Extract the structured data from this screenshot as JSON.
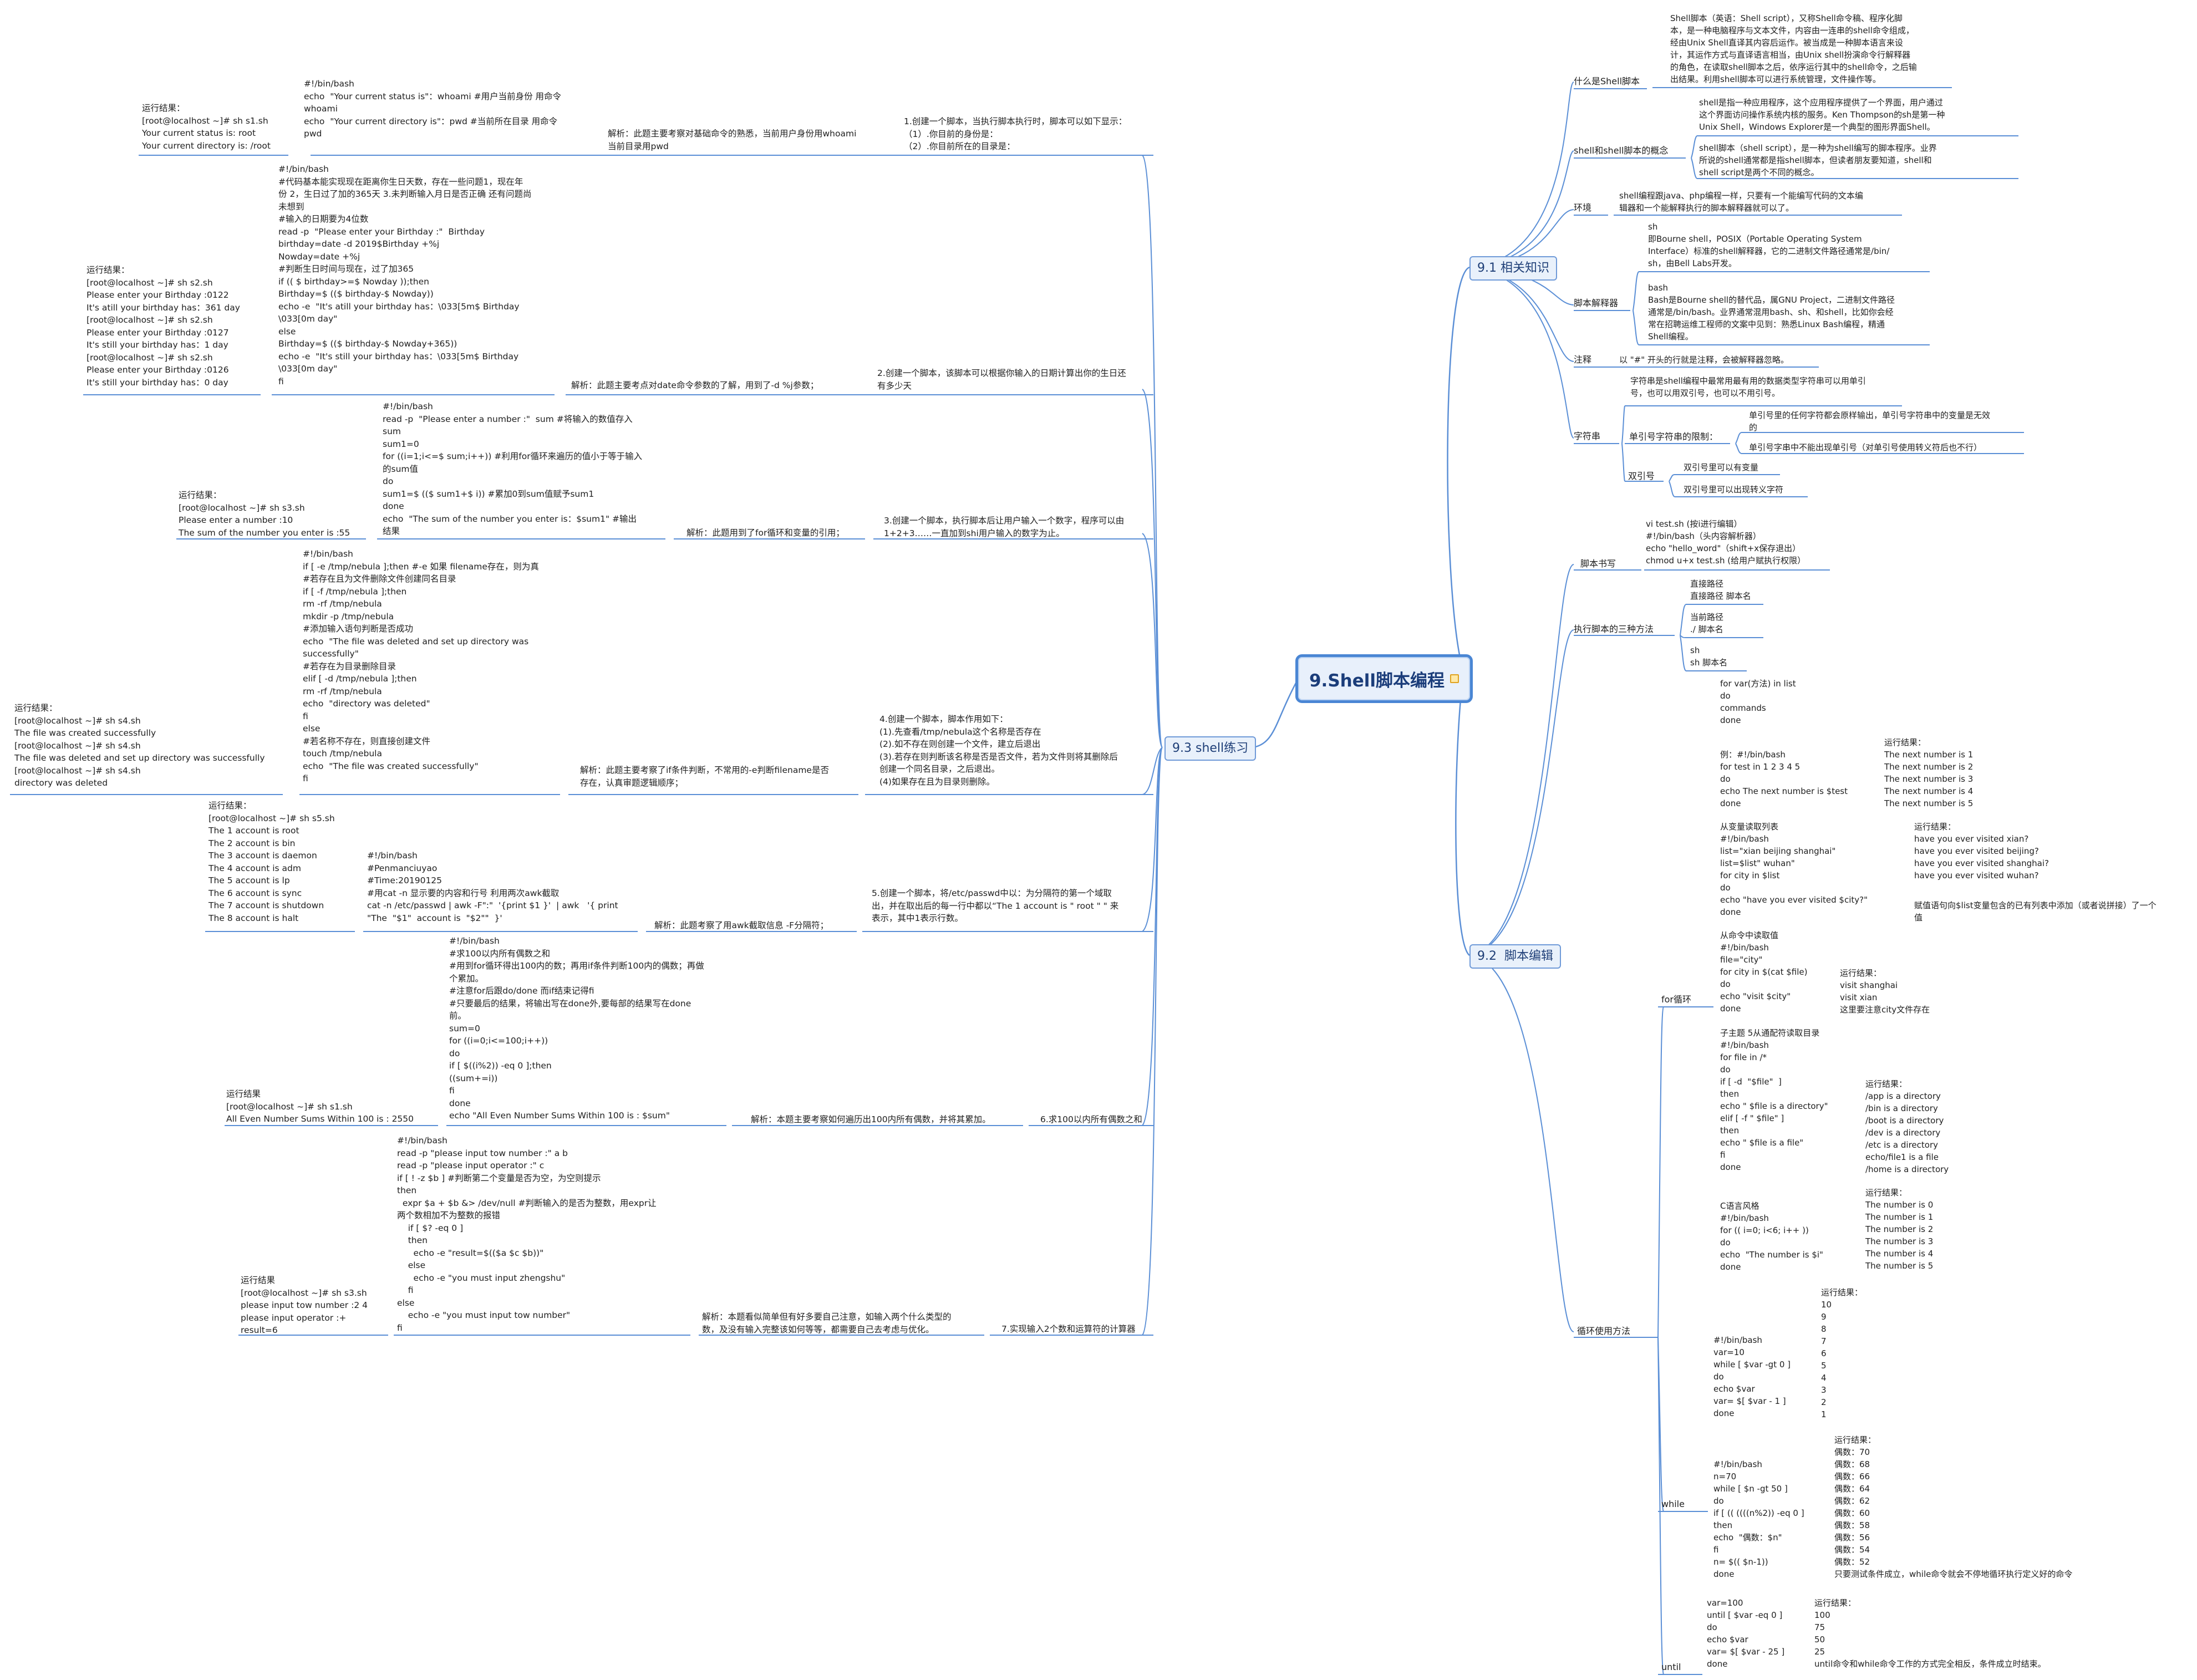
{
  "root": {
    "title": "9.Shell脚本编程"
  },
  "branches": {
    "b91": "9.1 相关知识",
    "b92": "9.2  脚本编辑",
    "b93": "9.3 shell练习"
  },
  "s91": {
    "what_label": "什么是Shell脚本",
    "what_text": "Shell脚本（英语：Shell script），又称Shell命令稿、程序化脚\n本，是一种电脑程序与文本文件，内容由一连串的shell命令组成，\n经由Unix Shell直译其内容后运作。被当成是一种脚本语言来设\n计，其运作方式与直译语言相当，由Unix shell扮演命令行解释器\n的角色，在读取shell脚本之后，依序运行其中的shell命令，之后输\n出结果。利用shell脚本可以进行系统管理，文件操作等。",
    "concept_label": "shell和shell脚本的概念",
    "concept_1": "shell是指一种应用程序，这个应用程序提供了一个界面，用户通过\n这个界面访问操作系统内核的服务。Ken Thompson的sh是第一种\nUnix Shell，Windows Explorer是一个典型的图形界面Shell。",
    "concept_2": "shell脚本（shell script），是一种为shell编写的脚本程序。业界\n所说的shell通常都是指shell脚本，但读者朋友要知道，shell和\nshell script是两个不同的概念。",
    "env_label": "环境",
    "env_text": "shell编程跟java、php编程一样，只要有一个能编写代码的文本编\n辑器和一个能解释执行的脚本解释器就可以了。",
    "interp_label": "脚本解释器",
    "interp_sh": "sh\n即Bourne shell，POSIX（Portable Operating System\nInterface）标准的shell解释器，它的二进制文件路径通常是/bin/\nsh，由Bell Labs开发。",
    "interp_bash": "bash\nBash是Bourne shell的替代品，属GNU Project，二进制文件路径\n通常是/bin/bash。业界通常混用bash、sh、和shell，比如你会经\n常在招聘运维工程师的文案中见到：熟悉Linux Bash编程，精通\nShell编程。",
    "comment_label": "注释",
    "comment_text": "以 \"#\" 开头的行就是注释，会被解释器忽略。",
    "string_label": "字符串",
    "string_text": "字符串是shell编程中最常用最有用的数据类型字符串可以用单引\n号，也可以用双引号，也可以不用引号。",
    "single_label": "单引号字符串的限制：",
    "single_1": "单引号里的任何字符都会原样输出，单引号字符串中的变量是无效\n的",
    "single_2": "单引号字串中不能出现单引号（对单引号使用转义符后也不行）",
    "double_label": "双引号",
    "double_1": "双引号里可以有变量",
    "double_2": "双引号里可以出现转义字符"
  },
  "s92": {
    "write_label": "脚本书写",
    "write_text": "vi test.sh (按i进行编辑）\n#!/bin/bash（头内容解析器）\necho \"hello_word\"（shift+x保存退出）\nchmod u+x test.sh (给用户赋执行权限）",
    "exec_label": "执行脚本的三种方法",
    "exec_1": "直接路径\n直接路径 脚本名",
    "exec_2": "当前路径\n./ 脚本名",
    "exec_3": "sh\nsh 脚本名",
    "loop_label": "循环使用方法",
    "for_label": "for循环",
    "for_syntax": "for var(方法) in list\ndo\ncommands\ndone",
    "for_ex1": "例：#!/bin/bash\nfor test in 1 2 3 4 5\ndo\necho The next number is $test\ndone",
    "for_ex1_res": "运行结果：\nThe next number is 1\nThe next number is 2\nThe next number is 3\nThe next number is 4\nThe next number is 5",
    "for_ex2": "从变量读取列表\n#!/bin/bash\nlist=\"xian beijing shanghai\"\nlist=$list\" wuhan\"\nfor city in $list\ndo\necho \"have you ever visited $city?\"\ndone",
    "for_ex2_res": "运行结果：\nhave you ever visited xian?\nhave you ever visited beijing?\nhave you ever visited shanghai?\nhave you ever visited wuhan?",
    "for_ex2_note": "赋值语句向$list变量包含的已有列表中添加（或者说拼接）了一个\n值",
    "for_ex3": "从命令中读取值\n#!/bin/bash\nfile=\"city\"\nfor city in $(cat $file)\ndo\necho \"visit $city\"\ndone",
    "for_ex3_res": "运行结果：\nvisit shanghai\nvisit xian\n这里要注意city文件存在",
    "for_ex4": "子主题 5从通配符读取目录\n#!/bin/bash\nfor file in /*\ndo\nif [ -d  \"$file\"  ]\nthen\necho \" $file is a directory\"\nelif [ -f \" $file\" ]\nthen\necho \" $file is a file\"\nfi\ndone",
    "for_ex4_res": "运行结果：\n/app is a directory\n/bin is a directory\n/boot is a directory\n/dev is a directory\n/etc is a directory\necho/file1 is a file\n/home is a directory",
    "for_ex5": "C语言风格\n#!/bin/bash\nfor (( i=0; i<6; i++ ))\ndo\necho  \"The number is $i\"\ndone",
    "for_ex5_res": "运行结果：\nThe number is 0\nThe number is 1\nThe number is 2\nThe number is 3\nThe number is 4\nThe number is 5",
    "while_label": "while",
    "while_ex1": "#!/bin/bash\nvar=10\nwhile [ $var -gt 0 ]\ndo\necho $var\nvar= $[ $var - 1 ]\ndone",
    "while_ex1_res": "运行结果：\n10\n9\n8\n7\n6\n5\n4\n3\n2\n1",
    "while_ex2": "#!/bin/bash\nn=70\nwhile [ $n -gt 50 ]\ndo\nif [ (( ((((n%2)) -eq 0 ]\nthen\necho  \"偶数：$n\"\nfi\nn= $(( $n-1))\ndone",
    "while_ex2_res": "运行结果：\n偶数：70\n偶数：68\n偶数：66\n偶数：64\n偶数：62\n偶数：60\n偶数：58\n偶数：56\n偶数：54\n偶数：52\n只要测试条件成立，while命令就会不停地循环执行定义好的命令",
    "until_label": "until",
    "until_ex": "var=100\nuntil [ $var -eq 0 ]\ndo\necho $var\nvar= $[ $var - 25 ]\ndone",
    "until_res": "运行结果：\n100\n75\n50\n25\nuntil命令和while命令工作的方式完全相反，条件成立时结束。"
  },
  "s93": {
    "t1_q": "1.创建一个脚本，当执行脚本执行时，脚本可以如下显示：\n（1）.你目前的身份是：\n（2）.你目前所在的目录是：",
    "t1_a": "解析：此题主要考察对基础命令的熟悉，当前用户身份用whoami\n当前目录用pwd",
    "t1_code": "#!/bin/bash\necho  \"Your current status is\"：whoami #用户当前身份 用命令\nwhoami\necho  \"Your current directory is\"：pwd #当前所在目录 用命令\npwd",
    "t1_res": "运行结果：\n[root@localhost ~]# sh s1.sh\nYour current status is: root\nYour current directory is: /root",
    "t2_q": "2.创建一个脚本，该脚本可以根据你输入的日期计算出你的生日还\n有多少天",
    "t2_a": "解析：此题主要考点对date命令参数的了解，用到了-d %j参数；",
    "t2_code": "#!/bin/bash\n#代码基本能实现现在距离你生日天数，存在一些问题1，现在年\n份 2，生日过了加的365天 3.未判断输入月日是否正确 还有问题尚\n未想到\n#输入的日期要为4位数\nread -p  \"Please enter your Birthday :\"  Birthday\nbirthday=date -d 2019$Birthday +%j\nNowday=date +%j\n#判断生日时间与现在，过了加365\nif (( $ birthday>=$ Nowday ));then\nBirthday=$ (($ birthday-$ Nowday))\necho -e  \"It's atill your birthday has：\\033[5m$ Birthday\n\\033[0m day\"\nelse\nBirthday=$ (($ birthday-$ Nowday+365))\necho -e  \"It's still your birthday has：\\033[5m$ Birthday\n\\033[0m day\"\nfi",
    "t2_res": "运行结果：\n[root@localhost ~]# sh s2.sh\nPlease enter your Birthday :0122\nIt's atill your birthday has：361 day\n[root@localhost ~]# sh s2.sh\nPlease enter your Birthday :0127\nIt's still your birthday has：1 day\n[root@localhost ~]# sh s2.sh\nPlease enter your Birthday :0126\nIt's still your birthday has：0 day",
    "t3_q": "3.创建一个脚本，执行脚本后让用户输入一个数字，程序可以由\n1+2+3……一直加到shi用户输入的数字为止。",
    "t3_a": "解析：此题用到了for循环和变量的引用；",
    "t3_code": "#!/bin/bash\nread -p  \"Please enter a number :\"  sum #将输入的数值存入\nsum\nsum1=0\nfor ((i=1;i<=$ sum;i++)) #利用for循环来遍历的值小于等于输入\n的sum值\ndo\nsum1=$ (($ sum1+$ i)) #累加0到sum值赋予sum1\ndone\necho  \"The sum of the number you enter is：$sum1\" #输出\n结果",
    "t3_res": "运行结果：\n[root@localhost ~]# sh s3.sh\nPlease enter a number :10\nThe sum of the number you enter is :55",
    "t4_q": "4.创建一个脚本，脚本作用如下：\n(1).先查看/tmp/nebula这个名称是否存在\n(2).如不存在则创建一个文件，建立后退出\n(3).若存在则判断该名称是否是否文件，若为文件则将其删除后\n创建一个同名目录，之后退出。\n(4)如果存在且为目录则删除。",
    "t4_a": "解析：此题主要考察了if条件判断，不常用的-e判断filename是否\n存在，认真审题逻辑顺序；",
    "t4_code": "#!/bin/bash\nif [ -e /tmp/nebula ];then #-e 如果 filename存在，则为真\n#若存在且为文件删除文件创建同名目录\nif [ -f /tmp/nebula ];then\nrm -rf /tmp/nebula\nmkdir -p /tmp/nebula\n#添加输入语句判断是否成功\necho  \"The file was deleted and set up directory was\nsuccessfully\"\n#若存在为目录删除目录\nelif [ -d /tmp/nebula ];then\nrm -rf /tmp/nebula\necho  \"directory was deleted\"\nfi\nelse\n#若名称不存在，则直接创建文件\ntouch /tmp/nebula\necho  \"The file was created successfully\"\nfi",
    "t4_res": "运行结果：\n[root@localhost ~]# sh s4.sh\nThe file was created successfully\n[root@localhost ~]# sh s4.sh\nThe file was deleted and set up directory was successfully\n[root@localhost ~]# sh s4.sh\ndirectory was deleted",
    "t5_q": "5.创建一个脚本，将/etc/passwd中以：为分隔符的第一个域取\n出，并在取出后的每一行中都以“The 1 account is \" root \" \" 来\n表示，其中1表示行数。",
    "t5_a": "解析：此题考察了用awk截取信息 -F分隔符；",
    "t5_code": "#!/bin/bash\n#Penmanciuyao\n#Time:20190125\n#用cat -n 显示要的内容和行号 利用两次awk截取\ncat -n /etc/passwd | awk -F\":\"  '{print $1 }'  | awk   '{ print\n\"The  \"$1\"  account is  \"$2\"\"  }'",
    "t5_res": "运行结果：\n[root@localhost ~]# sh s5.sh\nThe 1 account is root\nThe 2 account is bin\nThe 3 account is daemon\nThe 4 account is adm\nThe 5 account is lp\nThe 6 account is sync\nThe 7 account is shutdown\nThe 8 account is halt",
    "t6_q": "6.求100以内所有偶数之和",
    "t6_a": "解析：本题主要考察如何遍历出100内所有偶数，并将其累加。",
    "t6_code": "#!/bin/bash\n#求100以内所有偶数之和\n#用到for循环得出100内的数；再用if条件判断100内的偶数；再做\n个累加。\n#注意for后跟do/done 而if结束记得fi\n#只要最后的结果，将输出写在done外,要每部的结果写在done\n前。\nsum=0\nfor ((i=0;i<=100;i++))\ndo\nif [ $((i%2)) -eq 0 ];then\n((sum+=i))\nfi\ndone\necho \"All Even Number Sums Within 100 is : $sum\"",
    "t6_res": "运行结果\n[root@localhost ~]# sh s1.sh\nAll Even Number Sums Within 100 is : 2550",
    "t7_q": "7.实现输入2个数和运算符的计算器",
    "t7_a": "解析：本题看似简单但有好多要自己注意，如输入两个什么类型的\n数，及没有输入完整该如何等等，都需要自己去考虑与优化。",
    "t7_code": "#!/bin/bash\nread -p \"please input tow number :\" a b\nread -p \"please input operator :\" c\nif [ ! -z $b ] #判断第二个变量是否为空，为空则提示\nthen\n  expr $a + $b &> /dev/null #判断输入的是否为整数，用expr让\n两个数相加不为整数的报错\n    if [ $? -eq 0 ]\n    then\n      echo -e \"result=$(($a $c $b))\"\n    else\n      echo -e \"you must input zhengshu\"\n    fi\nelse\n    echo -e \"you must input tow number\"\nfi",
    "t7_res": "运行结果\n[root@localhost ~]# sh s3.sh\nplease input tow number :2 4\nplease input operator :+\nresult=6"
  }
}
